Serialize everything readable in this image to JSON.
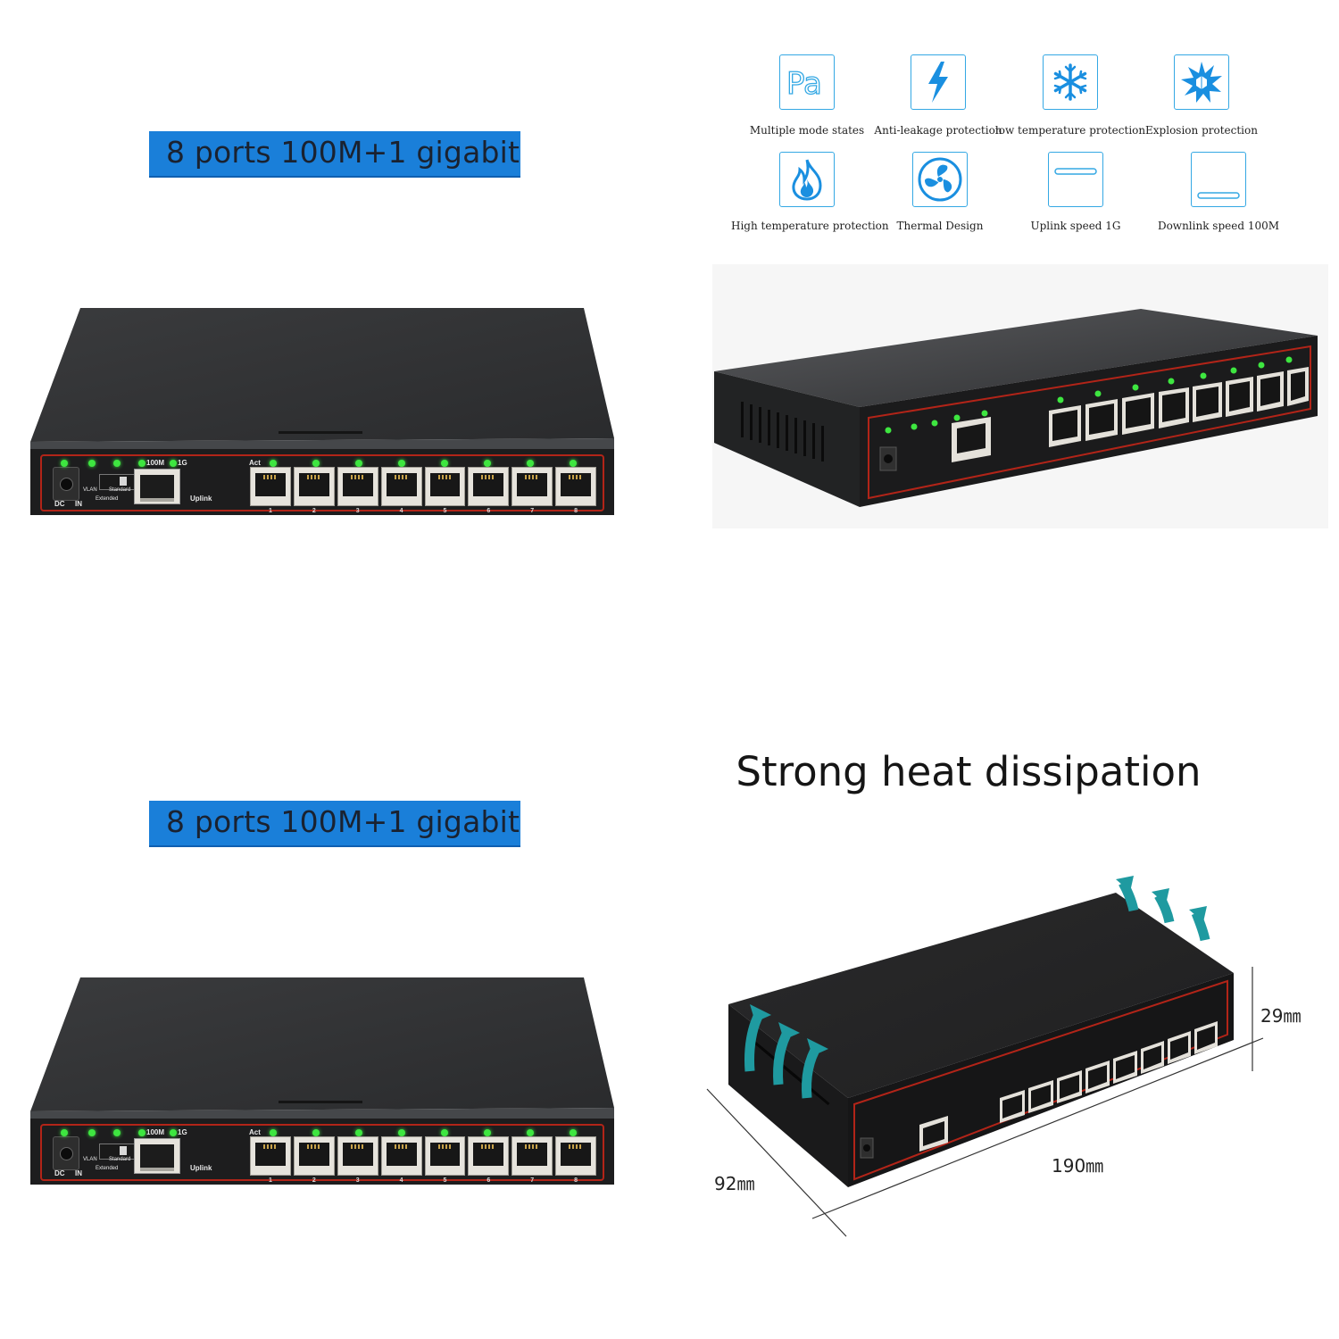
{
  "panels": {
    "top_left": {
      "banner_text": "8 ports 100M+1 gigabit",
      "front_labels": {
        "dc": "DC",
        "in": "IN",
        "vlan": "VLAN",
        "standard": "Standard",
        "extended": "Extended",
        "speed_100m": "100M",
        "speed_1g": "1G",
        "uplink": "Uplink",
        "act": "Act"
      },
      "port_numbers": [
        "1",
        "2",
        "3",
        "4",
        "5",
        "6",
        "7",
        "8"
      ]
    },
    "top_right": {
      "features": [
        {
          "icon": "pa-mode-icon",
          "label": "Multiple mode states"
        },
        {
          "icon": "lightning-icon",
          "label": "Anti-leakage protection"
        },
        {
          "icon": "snowflake-icon",
          "label": "low temperature protection"
        },
        {
          "icon": "burst-icon",
          "label": "Explosion protection"
        },
        {
          "icon": "flame-icon",
          "label": "High temperature protection"
        },
        {
          "icon": "fan-icon",
          "label": "Thermal Design"
        },
        {
          "icon": "uplink-bar-icon",
          "label": "Uplink speed 1G"
        },
        {
          "icon": "downlink-bar-icon",
          "label": "Downlink speed 100M"
        }
      ]
    },
    "bottom_left": {
      "banner_text": "8 ports 100M+1 gigabit"
    },
    "bottom_right": {
      "headline": "Strong heat dissipation",
      "dimensions": {
        "height": "29㎜",
        "length": "190㎜",
        "depth": "92㎜"
      }
    }
  },
  "colors": {
    "banner_blue": "#1a7fd9",
    "icon_blue": "#34a8e4",
    "led_green": "#3ee640",
    "front_outline_red": "#b22418",
    "airflow_teal": "#1f9aa0"
  }
}
